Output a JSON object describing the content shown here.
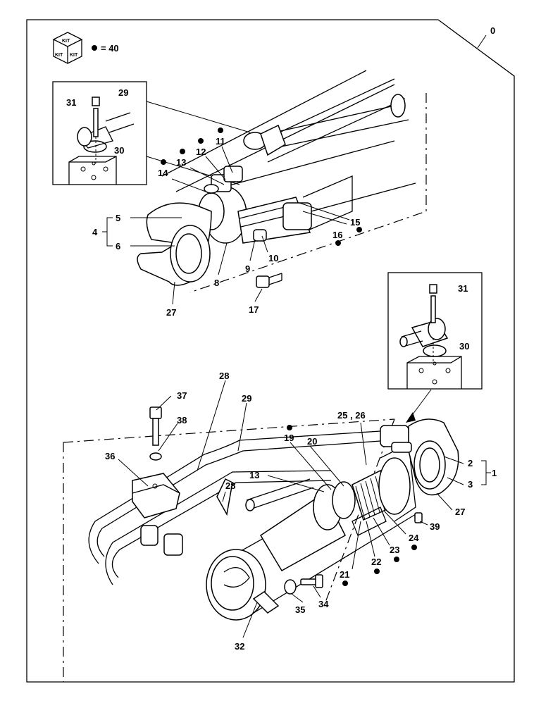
{
  "kit": {
    "top": "KIT",
    "left": "KIT",
    "right": "KIT",
    "legend": "= 40"
  },
  "labels": {
    "l0": "0",
    "l1": "1",
    "l2": "2",
    "l3": "3",
    "l4": "4",
    "l5": "5",
    "l6": "6",
    "l8": "8",
    "l9": "9",
    "l10": "10",
    "l11": "11",
    "l12": "12",
    "l13a": "13",
    "l14": "14",
    "l15": "15",
    "l16": "16",
    "l17": "17",
    "l27a": "27",
    "l29a": "29",
    "l30a": "30",
    "l31a": "31",
    "l31b": "31",
    "l30b": "30",
    "l28a": "28",
    "l29b": "29",
    "l37": "37",
    "l38": "38",
    "l36": "36",
    "l19": "19",
    "l20": "20",
    "l2526": "25 , 26",
    "l13b": "13",
    "l28b": "28",
    "l27b": "27",
    "l39": "39",
    "l24": "24",
    "l23": "23",
    "l22": "22",
    "l21": "21",
    "l35": "35",
    "l34": "34",
    "l32": "32"
  }
}
